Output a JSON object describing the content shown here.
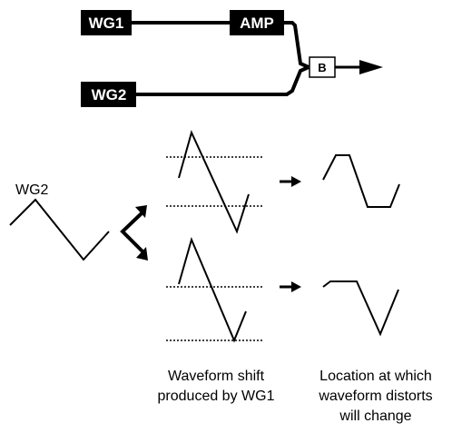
{
  "blocks": {
    "wg1": "WG1",
    "amp": "AMP",
    "wg2": "WG2",
    "b": "B"
  },
  "labels": {
    "input_wave": "WG2"
  },
  "captions": {
    "shift_line1": "Waveform shift",
    "shift_line2": "produced by WG1",
    "distort_line1": "Location at which",
    "distort_line2": "waveform distorts",
    "distort_line3": "will change"
  },
  "colors": {
    "ink": "#000000",
    "block_fill": "#000000",
    "block_text": "#ffffff",
    "background": "#ffffff"
  }
}
